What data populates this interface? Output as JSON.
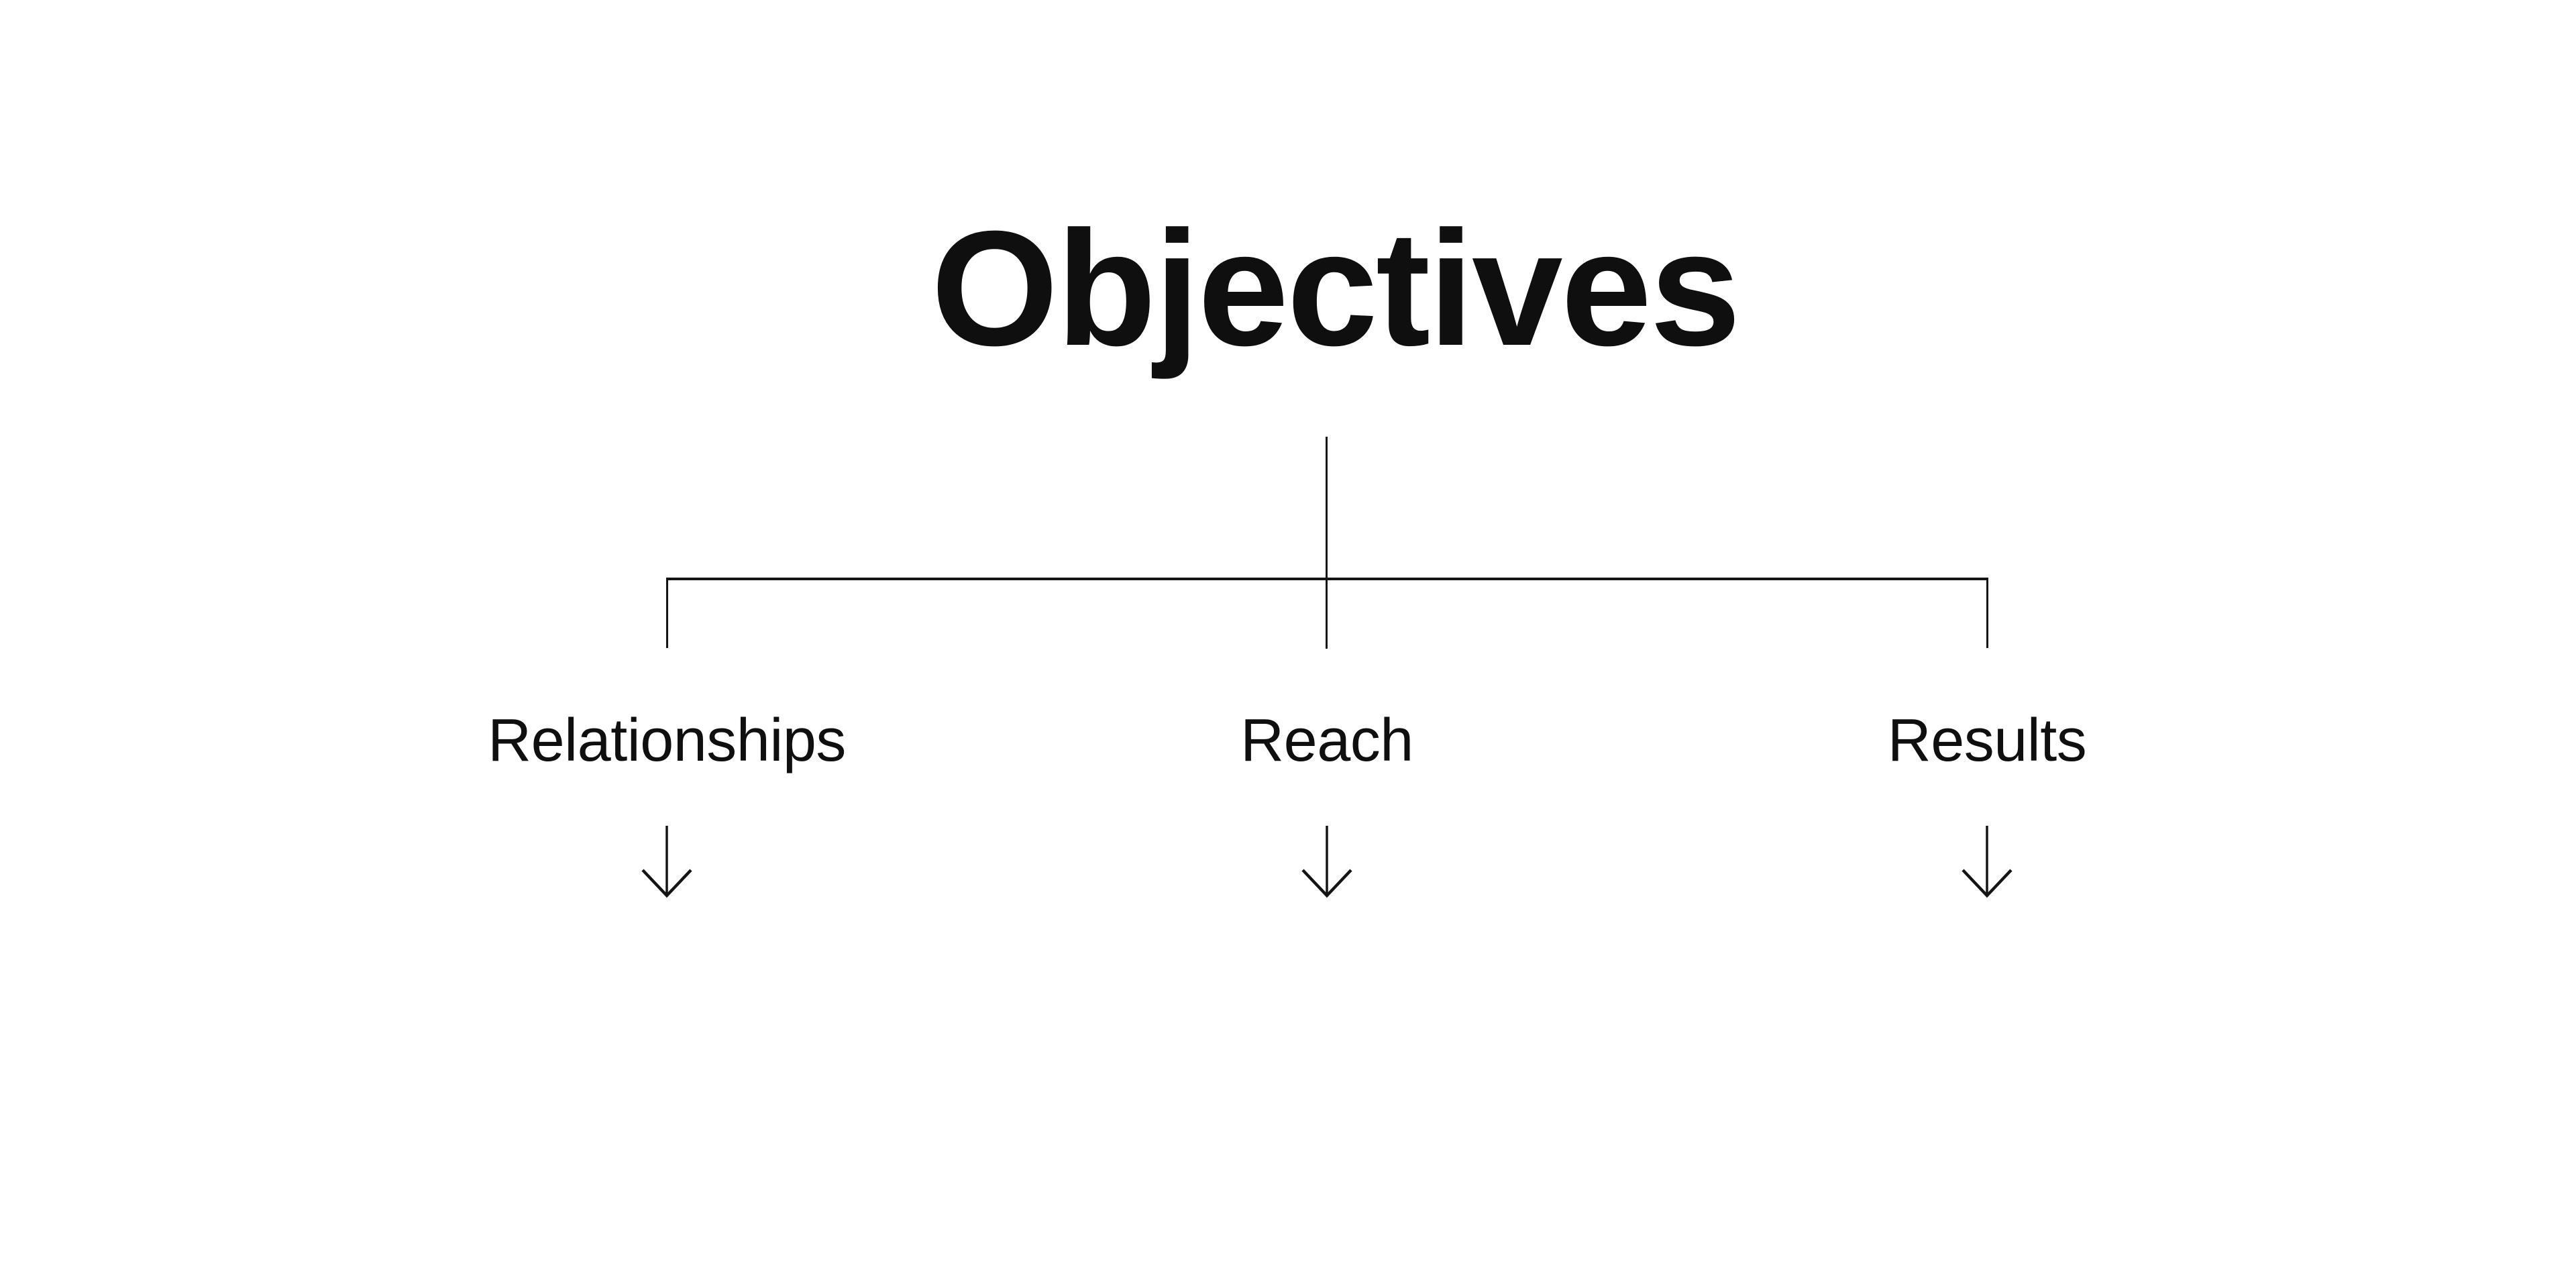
{
  "theme": {
    "background_color": "#ffffff",
    "text_color": "#0f0f0f",
    "line_color": "#141414"
  },
  "diagram": {
    "title": "Objectives",
    "connector": {
      "type": "tree",
      "root": "Objectives",
      "children_count": 3
    },
    "branches": [
      {
        "label": "Relationships",
        "icon": "down-arrow"
      },
      {
        "label": "Reach",
        "icon": "down-arrow"
      },
      {
        "label": "Results",
        "icon": "down-arrow"
      }
    ]
  }
}
